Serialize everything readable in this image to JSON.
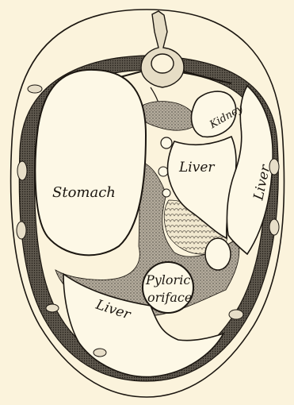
{
  "labels": {
    "stomach": "Stomach",
    "kidney": "Kidney",
    "liver_upper": "Liver",
    "liver_right": "Liver",
    "liver_lower": "Liver",
    "pyloric_line1": "Pyloric",
    "pyloric_line2": "oriface"
  },
  "colors": {
    "background": "#fbf3dc",
    "ink": "#1b1610",
    "shade": "#8d867a",
    "organ_fill": "#fdf8e6"
  }
}
